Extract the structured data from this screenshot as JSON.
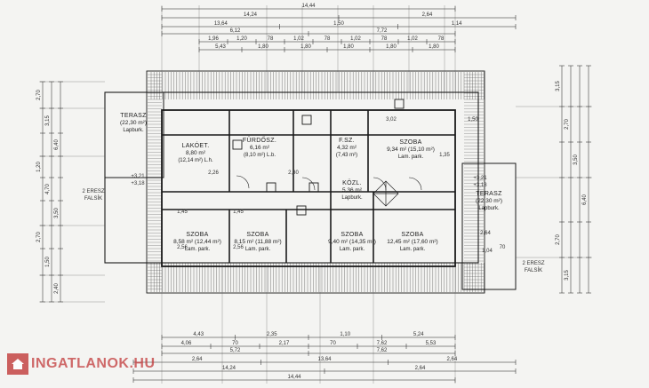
{
  "dims_top": {
    "row1": [
      "14,44"
    ],
    "row2": [
      "14,24",
      "2,64"
    ],
    "row3": [
      "13,64",
      "1,50",
      "1,14"
    ],
    "row4": [
      "6,12",
      "7,72"
    ],
    "row5": [
      "1,96",
      "1,20",
      "78",
      "1,02",
      "78",
      "1,02",
      "78",
      "1,02",
      "78"
    ],
    "row6": [
      "5,43",
      "1,80",
      "1,80",
      "1,80",
      "1,80",
      "1,80"
    ]
  },
  "dims_bottom": {
    "row1": [
      "4,43",
      "2,35",
      "1,10",
      "5,24"
    ],
    "row2": [
      "4,06",
      "70",
      "2,17",
      "70",
      "7,62",
      "5,53"
    ],
    "row3": [
      "5,72",
      "7,62"
    ],
    "row4": [
      "2,64",
      "13,64",
      "2,64"
    ],
    "row5": [
      "14,24",
      "2,64"
    ],
    "row6": [
      "14,44"
    ]
  },
  "dims_left": [
    "2,70",
    "3,15",
    "6,40",
    "1,20",
    "4,70",
    "3,50",
    "2,70",
    "1,50",
    "2,40"
  ],
  "dims_right": [
    "3,15",
    "2,70",
    "3,50",
    "6,40",
    "2,70",
    "3,15"
  ],
  "rooms": [
    {
      "id": "terasz-left",
      "name": "TERASZ",
      "area": "(22,30 m²)",
      "floor": "Lapburk."
    },
    {
      "id": "lakoet",
      "name": "LAKÓET.",
      "area": "8,80 m²",
      "floor": "(12,14 m²) L.h."
    },
    {
      "id": "furdo",
      "name": "FÜRDŐSZ.",
      "area": "6,16 m²",
      "floor": "(8,10 m²) L.b."
    },
    {
      "id": "fsz",
      "name": "F.SZ.",
      "area": "4,32 m²",
      "floor": "(7,43 m²)"
    },
    {
      "id": "szoba-tr",
      "name": "SZOBA",
      "area": "9,34 m² (15,10 m²)",
      "floor": "Lam. park."
    },
    {
      "id": "kozl",
      "name": "KÖZL.",
      "area": "5,36 m²",
      "floor": "Lapburk."
    },
    {
      "id": "terasz-right",
      "name": "TERASZ",
      "area": "(22,30 m²)",
      "floor": "Lapburk."
    },
    {
      "id": "szoba-1",
      "name": "SZOBA",
      "area": "8,58 m² (12,44 m²)",
      "floor": "Lam. park."
    },
    {
      "id": "szoba-2",
      "name": "SZOBA",
      "area": "8,15 m² (11,88 m²)",
      "floor": "Lam. park."
    },
    {
      "id": "szoba-3",
      "name": "SZOBA",
      "area": "9,40 m² (14,35 m²)",
      "floor": "Lam. park."
    },
    {
      "id": "szoba-4",
      "name": "SZOBA",
      "area": "12,45 m² (17,60 m²)",
      "floor": "Lam. park."
    }
  ],
  "annotations": {
    "eresz_left": "2 ERESZ",
    "falsik_left": "FALSÍK",
    "eresz_right": "2 ERESZ",
    "falsik_right": "FALSÍK",
    "level_left": "+3,21",
    "level_left2": "+3,18",
    "level_right": "+3,21",
    "level_right2": "+3,18",
    "inner": [
      "1,45",
      "2,26",
      "1,45",
      "2,56",
      "2,56",
      "2,30",
      "3,02",
      "2,64",
      "1,50",
      "1,35",
      "1,04",
      "70"
    ]
  },
  "watermark": {
    "text": "INGATLANOK.HU"
  }
}
